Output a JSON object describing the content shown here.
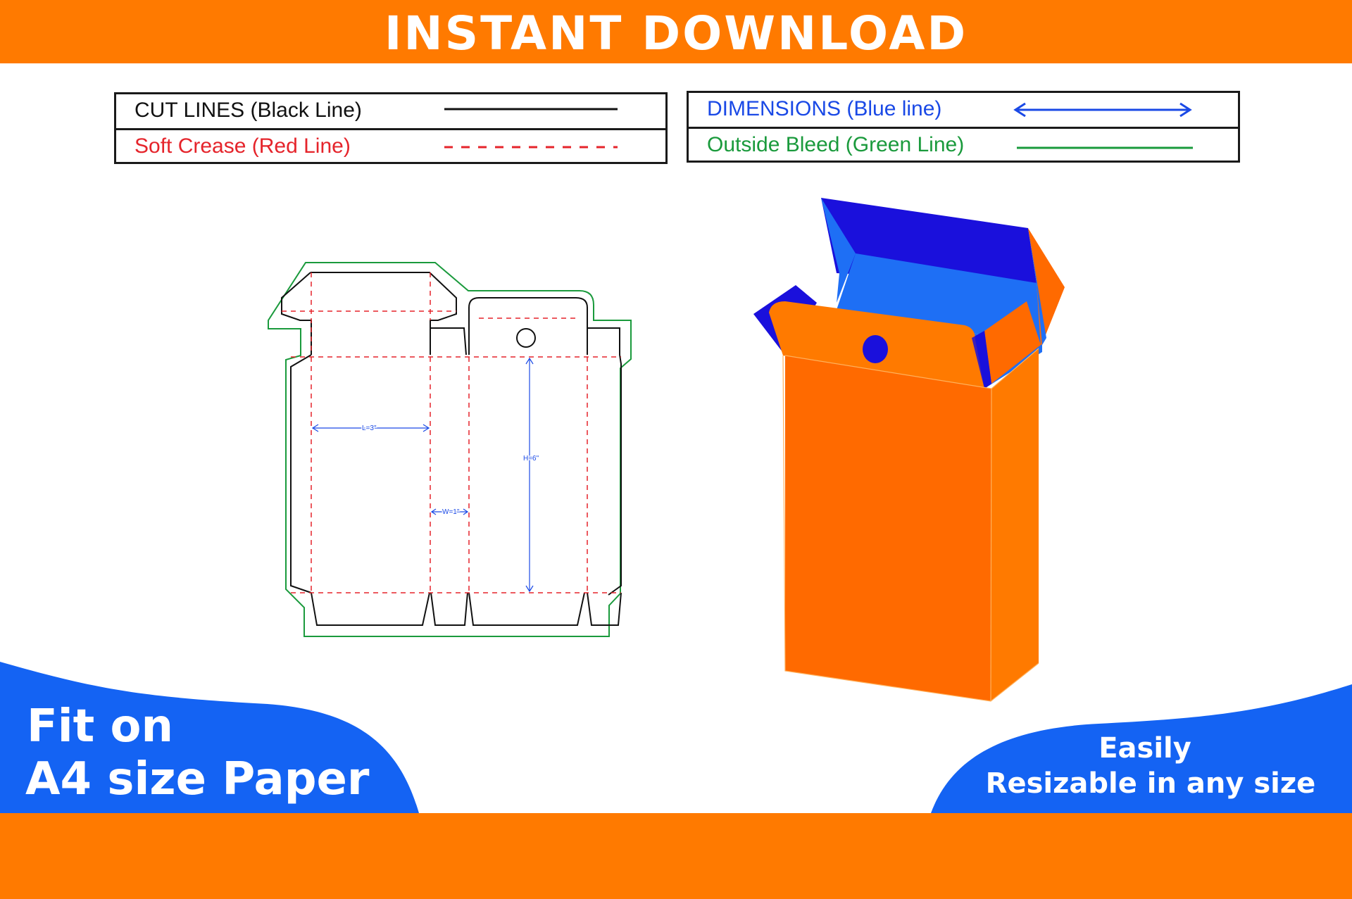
{
  "header": {
    "title": "INSTANT DOWNLOAD"
  },
  "legend_left": {
    "row1": {
      "label": "CUT LINES (Black Line)",
      "color": "#111111"
    },
    "row2": {
      "label": "Soft Crease (Red Line)",
      "color": "#e5242b"
    }
  },
  "legend_right": {
    "row1": {
      "label": "DIMENSIONS (Blue line)",
      "color": "#1a49e6"
    },
    "row2": {
      "label": "Outside Bleed (Green Line)",
      "color": "#1a9a3c"
    }
  },
  "dieline": {
    "length_label": "L=3\"",
    "width_label": "W=1\"",
    "height_label": "H=6\""
  },
  "footer": {
    "left_line1": "Fit on",
    "left_line2": "A4 size Paper",
    "right_line1": "Easily",
    "right_line2": "Resizable in any size"
  },
  "colors": {
    "orange": "#ff7a00",
    "blue": "#1463f3",
    "box_orange": "#ff6a00",
    "box_inner_blue": "#1e6ff5",
    "box_dark_blue": "#1a10dc"
  }
}
